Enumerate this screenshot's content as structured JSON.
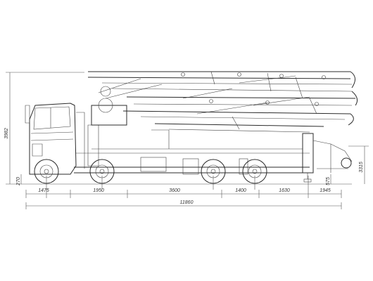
{
  "dimensions": {
    "horizontal": [
      "1475",
      "1950",
      "3600",
      "1400",
      "1630",
      "1945"
    ],
    "overall_length": "11860",
    "height": "3982",
    "rear_height": "3315",
    "left_small": "270",
    "right_small": "575"
  },
  "colors": {
    "line": "#2b2b2b",
    "background": "#ffffff"
  }
}
